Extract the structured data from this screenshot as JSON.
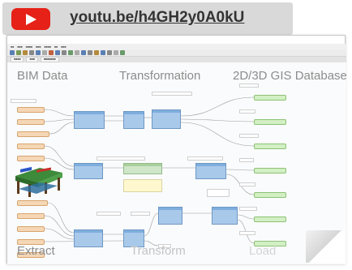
{
  "video": {
    "link_text": "youtu.be/h4GH2y0A0kU",
    "button_color": "#e62117",
    "play_icon": "play-icon"
  },
  "workspace": {
    "headings": {
      "input": "BIM Data",
      "middle": "Transformation",
      "output": "2D/3D GIS Database"
    },
    "footings": {
      "input": "Extract",
      "middle": "Transform",
      "output": "Load"
    }
  },
  "colors": {
    "reader": "#f5d7b5",
    "transformer": "#a9c9ea",
    "writer": "#d3efc4",
    "note": "#fff8cf"
  }
}
